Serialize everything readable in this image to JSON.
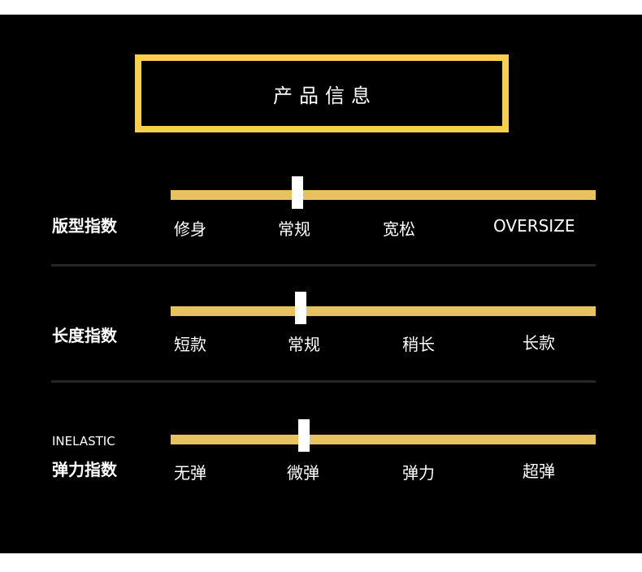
{
  "title": "产品信息",
  "colors": {
    "background": "#000000",
    "accent": "#f5cf4d",
    "track": "#e8c25f",
    "marker": "#ffffff"
  },
  "rows": [
    {
      "label": "版型指数",
      "sublabel": "",
      "options": [
        "修身",
        "常规",
        "宽松",
        "OVERSIZE"
      ],
      "selected": "常规"
    },
    {
      "label": "长度指数",
      "sublabel": "",
      "options": [
        "短款",
        "常规",
        "稍长",
        "长款"
      ],
      "selected": "常规"
    },
    {
      "label": "弹力指数",
      "sublabel": "INELASTIC",
      "options": [
        "无弹",
        "微弹",
        "弹力",
        "超弹"
      ],
      "selected": "微弹"
    }
  ]
}
